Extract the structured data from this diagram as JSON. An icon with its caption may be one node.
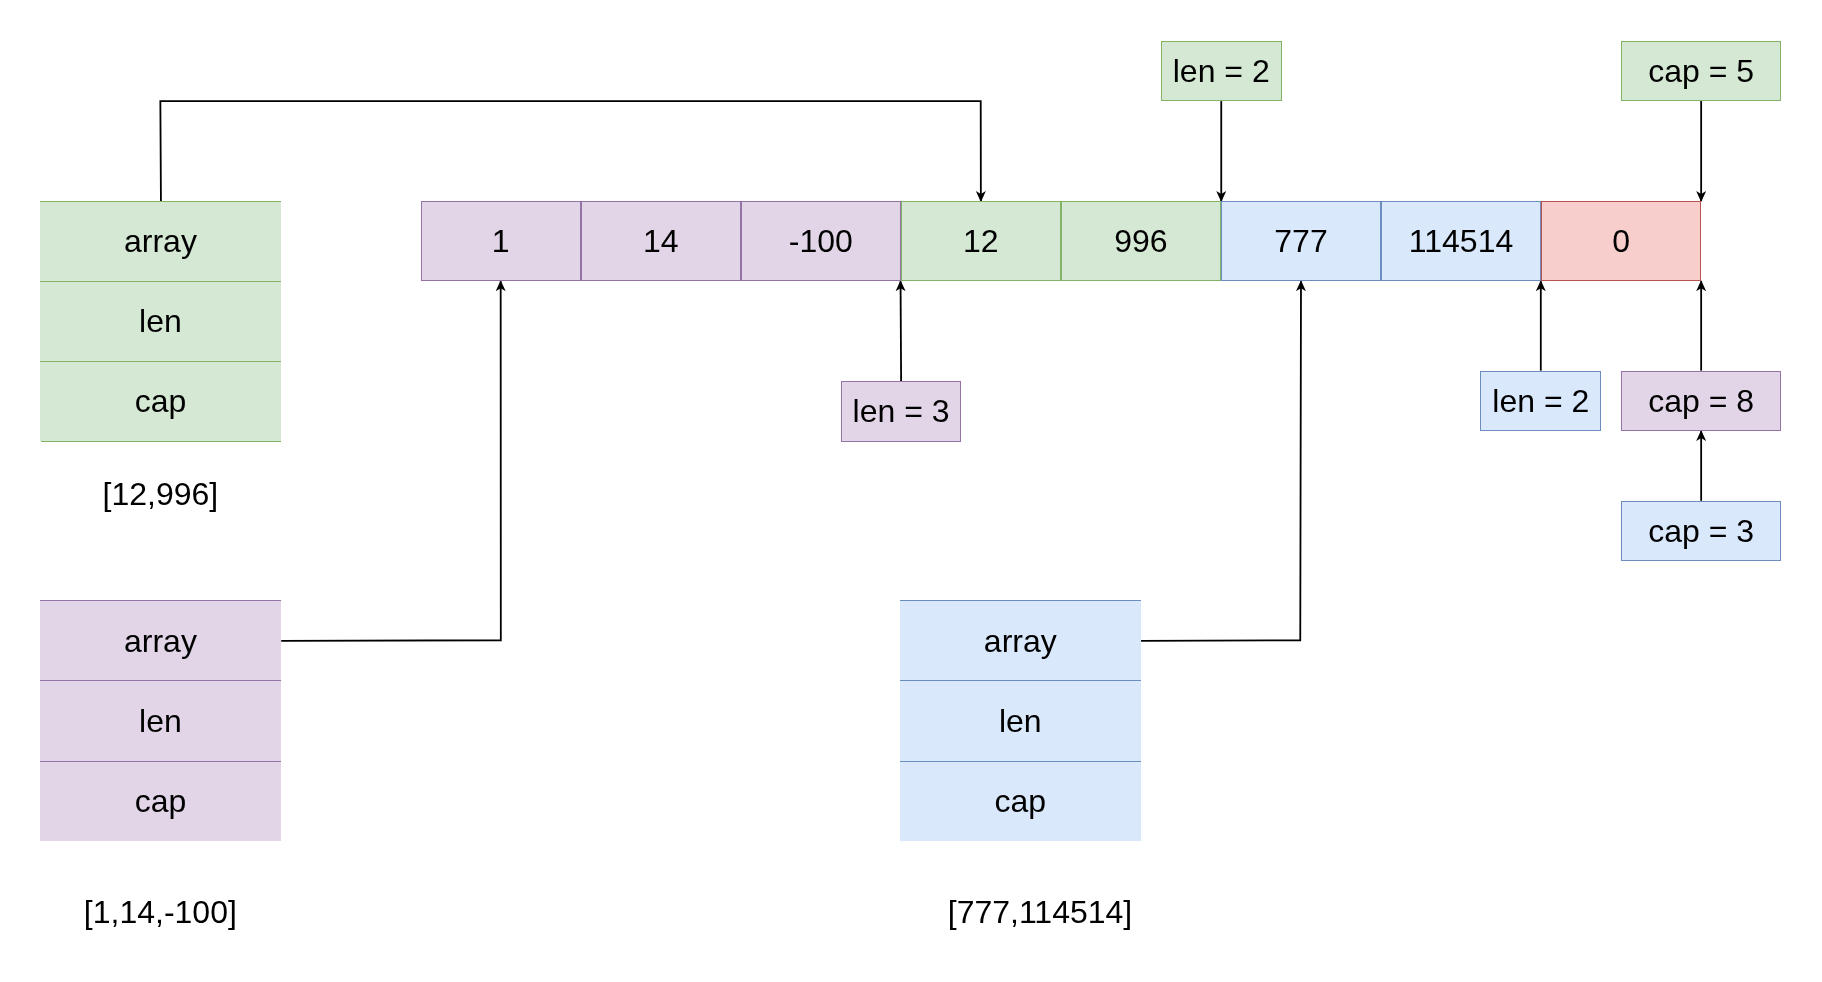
{
  "diagram": {
    "nodes": [
      {
        "text": [
          "len = 2"
        ]
      },
      {
        "text": [
          "cap = 5"
        ]
      },
      {
        "text": [],
        "shape": "box",
        "beside": [
          "[12,996]"
        ]
      },
      {
        "text": [
          "array"
        ],
        "in": 2
      },
      {
        "text": [
          "len"
        ],
        "in": 2
      },
      {
        "text": [
          "cap"
        ],
        "in": 2
      },
      {
        "text": [
          "1"
        ]
      },
      {
        "text": [
          "14"
        ]
      },
      {
        "text": [
          "-100"
        ]
      },
      {
        "text": [
          "12"
        ]
      },
      {
        "text": [
          "996"
        ]
      },
      {
        "text": [
          "777"
        ]
      },
      {
        "text": [
          "114514"
        ]
      },
      {
        "text": [
          "0"
        ]
      },
      {
        "text": [
          "len = 3"
        ]
      },
      {
        "text": [
          "len = 2"
        ]
      },
      {
        "text": [
          "cap = 8"
        ]
      },
      {
        "text": [
          "cap = 3"
        ]
      },
      {
        "text": [],
        "shape": "box",
        "beside": [
          "[1,14,-100]"
        ]
      },
      {
        "text": [
          "array"
        ],
        "in": 18
      },
      {
        "text": [
          "len"
        ],
        "in": 18
      },
      {
        "text": [
          "cap"
        ],
        "in": 18
      },
      {
        "text": [],
        "shape": "box",
        "beside": [
          "[777,114514]"
        ]
      },
      {
        "text": [
          "array"
        ],
        "in": 22
      },
      {
        "text": [
          "len"
        ],
        "in": 22
      },
      {
        "text": [
          "cap"
        ],
        "in": 22
      }
    ],
    "edges": [
      {
        "from": 3,
        "to": 9,
        "arrow": "to"
      },
      {
        "from": 0,
        "to": 11,
        "arrow": "to"
      },
      {
        "from": 1,
        "to": 13,
        "arrow": "to"
      },
      {
        "from": 14,
        "to": 9,
        "arrow": "to"
      },
      {
        "from": 15,
        "to": 13,
        "arrow": "to"
      },
      {
        "from": 16,
        "to": 13,
        "arrow": "to"
      },
      {
        "from": 17,
        "to": 16,
        "arrow": "to"
      },
      {
        "from": 19,
        "to": 6,
        "arrow": "to"
      },
      {
        "from": 23,
        "to": 11,
        "arrow": "to"
      }
    ]
  }
}
